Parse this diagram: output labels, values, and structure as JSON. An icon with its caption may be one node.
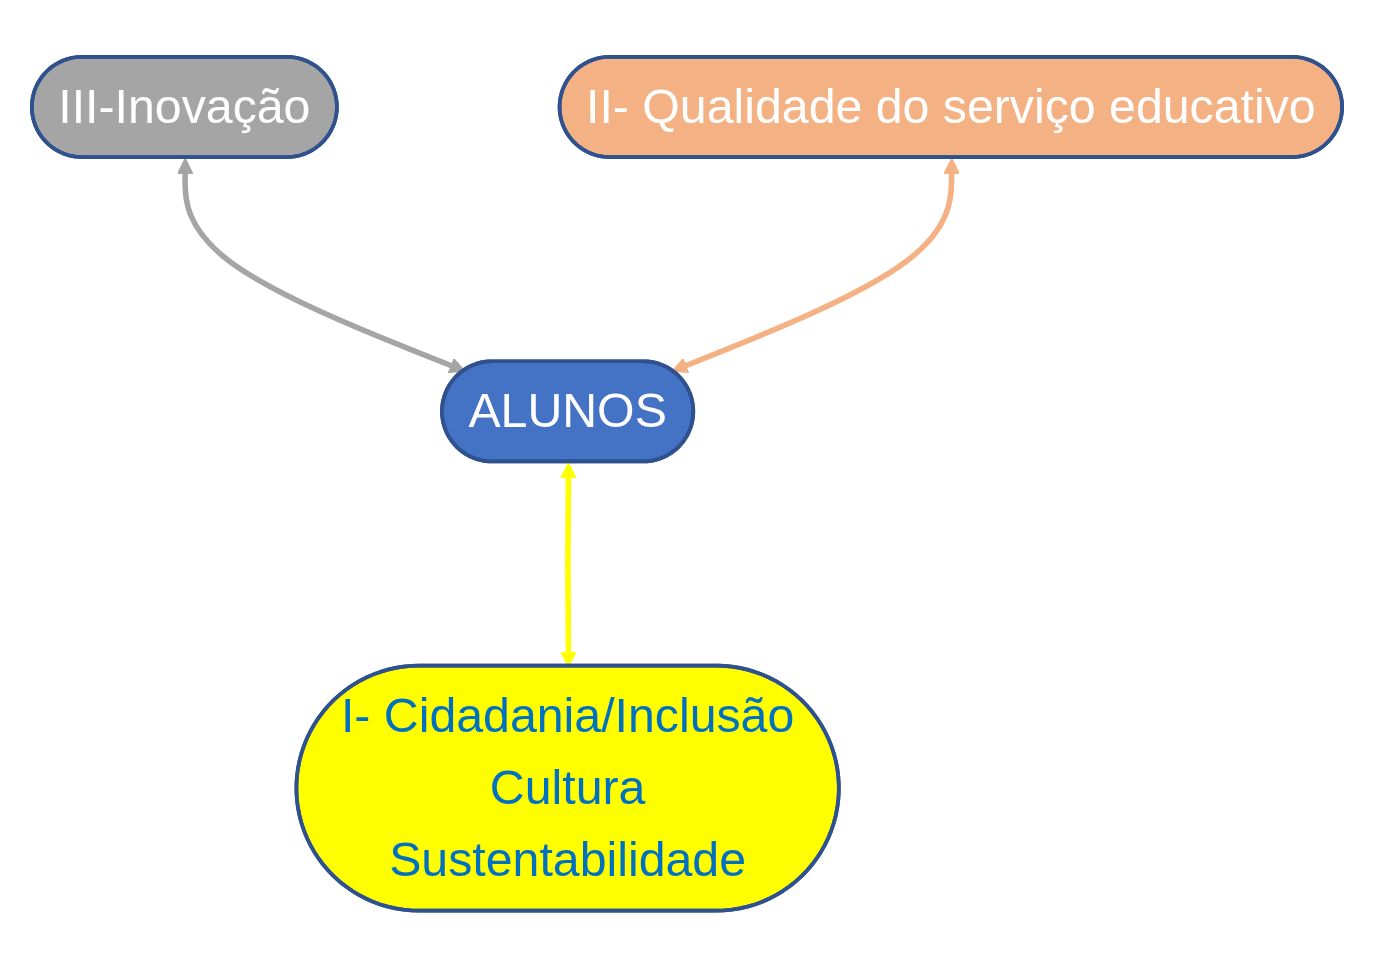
{
  "diagram": {
    "nodes": [
      {
        "text": [
          "III-Inovação"
        ]
      },
      {
        "text": [
          "II- Qualidade do serviço educativo"
        ]
      },
      {
        "text": [
          "ALUNOS"
        ]
      },
      {
        "text": [
          "I- Cidadania/Inclusão",
          "Cultura",
          "Sustentabilidade"
        ]
      }
    ],
    "edges": [
      {
        "from": 0,
        "to": 2,
        "arrow": "both",
        "color": "#a5a5a5"
      },
      {
        "from": 1,
        "to": 2,
        "arrow": "both",
        "color": "#f4b183"
      },
      {
        "from": 2,
        "to": 3,
        "arrow": "both",
        "color": "#ffff00"
      }
    ]
  }
}
